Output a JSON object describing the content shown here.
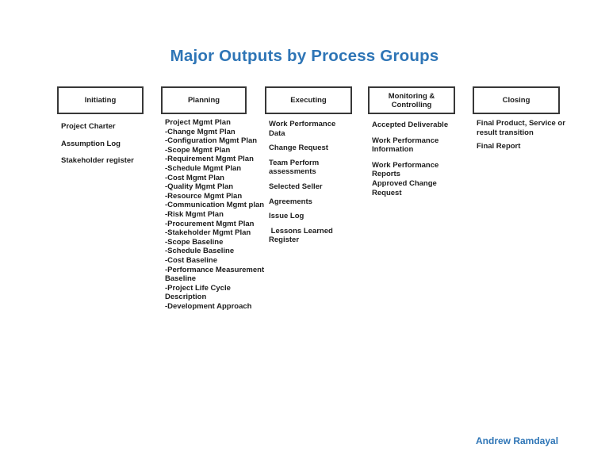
{
  "page": {
    "title": "Major Outputs by Process Groups",
    "author": "Andrew Ramdayal"
  },
  "colors": {
    "title": "#2E75B6",
    "author": "#2E75B6",
    "text": "#1d1d1d",
    "box_border": "#383838",
    "background": "#ffffff"
  },
  "columns": [
    {
      "id": "initiating",
      "header": "Initiating",
      "items": [
        {
          "label": "Project Charter"
        },
        {
          "label": "Assumption Log"
        },
        {
          "label": "Stakeholder register"
        }
      ]
    },
    {
      "id": "planning",
      "header": "Planning",
      "items": [
        {
          "label": "Project Mgmt Plan"
        },
        {
          "label": "-Change Mgmt Plan",
          "attached": true
        },
        {
          "label": "-Configuration Mgmt Plan",
          "attached": true
        },
        {
          "label": "-Scope Mgmt Plan",
          "attached": true
        },
        {
          "label": "-Requirement Mgmt Plan",
          "attached": true
        },
        {
          "label": "-Schedule Mgmt Plan",
          "attached": true
        },
        {
          "label": "-Cost Mgmt Plan",
          "attached": true
        },
        {
          "label": "-Quality Mgmt Plan",
          "attached": true
        },
        {
          "label": "-Resource Mgmt Plan",
          "attached": true
        },
        {
          "label": "-Communication Mgmt plan",
          "attached": true
        },
        {
          "label": "-Risk Mgmt Plan",
          "attached": true
        },
        {
          "label": "-Procurement Mgmt Plan",
          "attached": true
        },
        {
          "label": "-Stakeholder Mgmt Plan",
          "attached": true
        },
        {
          "label": "-Scope Baseline",
          "attached": true
        },
        {
          "label": "-Schedule Baseline",
          "attached": true
        },
        {
          "label": "-Cost Baseline",
          "attached": true
        },
        {
          "label": "-Performance Measurement Baseline",
          "attached": true
        },
        {
          "label": "-Project Life Cycle Description",
          "attached": true
        },
        {
          "label": "-Development Approach",
          "attached": true
        }
      ]
    },
    {
      "id": "executing",
      "header": "Executing",
      "items": [
        {
          "label": "Work Performance Data"
        },
        {
          "label": "Change Request"
        },
        {
          "label": "Team Perform assessments"
        },
        {
          "label": "Selected Seller"
        },
        {
          "label": "Agreements"
        },
        {
          "label": "Issue Log"
        },
        {
          "label": " Lessons Learned Register"
        }
      ]
    },
    {
      "id": "monitoring-controlling",
      "header": "Monitoring & Controlling",
      "items": [
        {
          "label": "Accepted Deliverable"
        },
        {
          "label": "Work Performance Information"
        },
        {
          "label": "Work Performance Reports"
        },
        {
          "label": "Approved Change Request",
          "attached": true
        }
      ]
    },
    {
      "id": "closing",
      "header": "Closing",
      "items": [
        {
          "label": "Final Product, Service or result transition"
        },
        {
          "label": "Final Report"
        }
      ]
    }
  ]
}
